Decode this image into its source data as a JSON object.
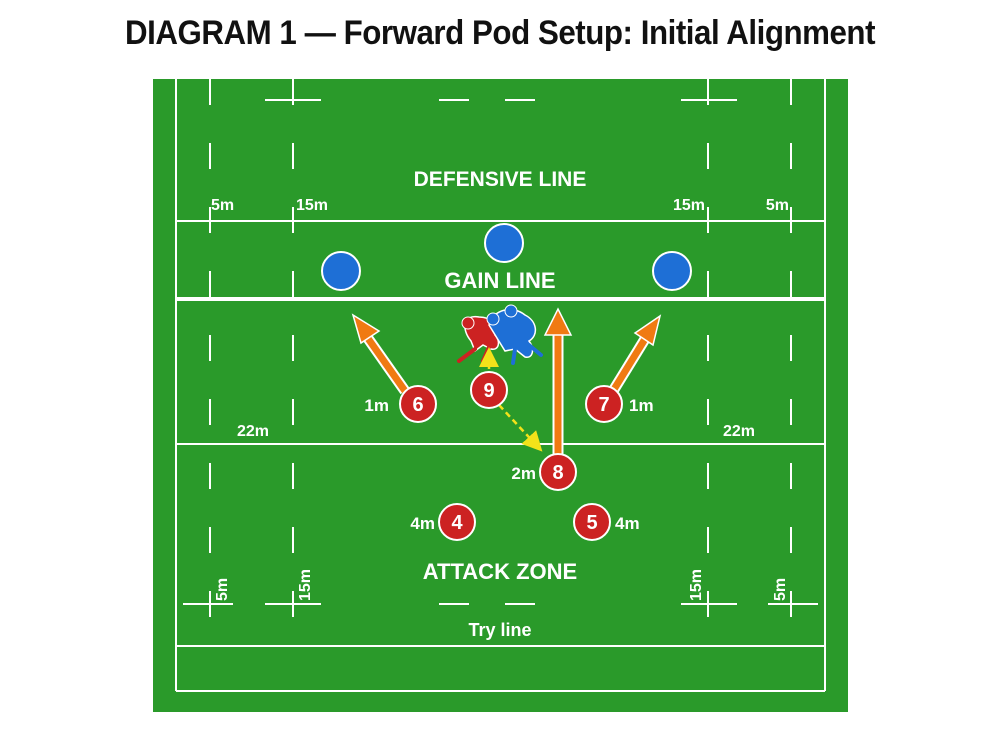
{
  "title": "DIAGRAM 1 — Forward Pod Setup: Initial Alignment",
  "labels": {
    "defensive_line": "DEFENSIVE LINE",
    "gain_line": "GAIN LINE",
    "attack_zone": "ATTACK ZONE",
    "try_line": "Try line",
    "top_5m_left": "5m",
    "top_15m_left": "15m",
    "top_15m_right": "15m",
    "top_5m_right": "5m",
    "mid_22m_left": "22m",
    "mid_22m_right": "22m",
    "bottom_5m_left": "5m",
    "bottom_15m_left": "15m",
    "bottom_15m_right": "15m",
    "bottom_5m_right": "5m"
  },
  "players": [
    {
      "number": "6",
      "distance": "1m"
    },
    {
      "number": "9",
      "distance": ""
    },
    {
      "number": "7",
      "distance": "1m"
    },
    {
      "number": "8",
      "distance": "2m"
    },
    {
      "number": "4",
      "distance": "4m"
    },
    {
      "number": "5",
      "distance": "4m"
    }
  ],
  "colors": {
    "pitch": "#2a9a2a",
    "line": "#ffffff",
    "attacker": "#cc2222",
    "defender": "#1e6fd6",
    "run_arrow": "#f07a12",
    "pass_arrow": "#f2e21a"
  }
}
